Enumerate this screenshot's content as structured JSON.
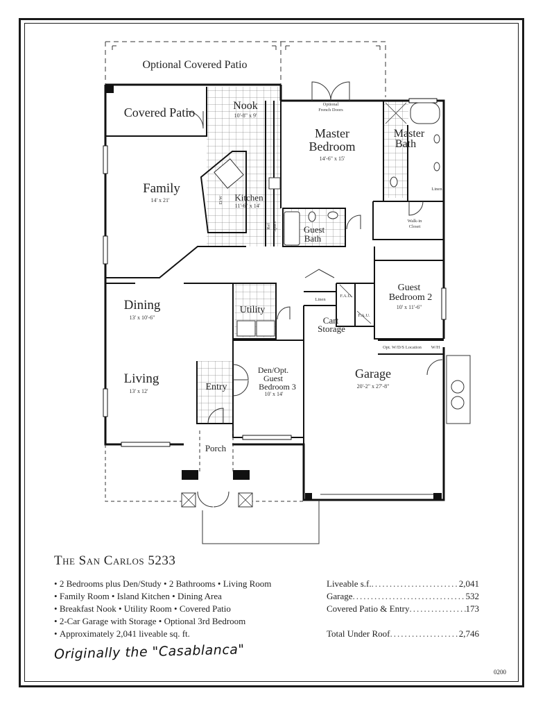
{
  "plan": {
    "title": "The San Carlos 5233",
    "rooms": {
      "optional_covered_patio": "Optional Covered Patio",
      "covered_patio": "Covered Patio",
      "nook": {
        "label": "Nook",
        "dim": "10'-8\" x 9'"
      },
      "master_bedroom": {
        "label_1": "Master",
        "label_2": "Bedroom",
        "dim": "14'-6\" x 15'"
      },
      "optional_french_doors": {
        "line_1": "Optional",
        "line_2": "French Doors"
      },
      "master_bath": {
        "line_1": "Master",
        "line_2": "Bath"
      },
      "linen_master": "Linen",
      "walk_in_closet": {
        "line_1": "Walk-in",
        "line_2": "Closet"
      },
      "family": {
        "label": "Family",
        "dim": "14' x 21'"
      },
      "kitchen": {
        "label": "Kitchen",
        "dim": "11'-6\" x 14'"
      },
      "dw": "D/W",
      "ref_space": {
        "line_1": "Ref",
        "line_2": "Space"
      },
      "guest_bath": {
        "line_1": "Guest",
        "line_2": "Bath"
      },
      "dining": {
        "label": "Dining",
        "dim": "13' x 10'-6\""
      },
      "utility": "Utility",
      "linen_hall": "Linen",
      "fau_1": "F.A.U.",
      "fau_2": "F.A.U.",
      "cart_storage": {
        "line_1": "Cart",
        "line_2": "Storage"
      },
      "guest_bedroom_2": {
        "line_1": "Guest",
        "line_2": "Bedroom 2",
        "dim": "10' x 11'-6\""
      },
      "living": {
        "label": "Living",
        "dim": "13' x 12'"
      },
      "entry": "Entry",
      "den": {
        "line_1": "Den/Opt.",
        "line_2": "Guest",
        "line_3": "Bedroom 3",
        "dim": "10' x 14'"
      },
      "garage": {
        "label": "Garage",
        "dim": "20'-2\" x 27'-8\""
      },
      "opt_wd": "Opt. W/D/S Location",
      "wh": "W/H",
      "porch": "Porch"
    }
  },
  "features": [
    "2 Bedrooms plus Den/Study • 2 Bathrooms • Living Room",
    "Family Room • Island Kitchen • Dining Area",
    "Breakfast Nook • Utility Room  • Covered Patio",
    "2-Car Garage with Storage • Optional 3rd Bedroom",
    "Approximately 2,041 liveable sq. ft."
  ],
  "stats": [
    {
      "label": "Liveable s.f.",
      "value": "2,041"
    },
    {
      "label": "Garage",
      "value": "532"
    },
    {
      "label": "Covered Patio & Entry",
      "value": "173"
    }
  ],
  "total": {
    "label": "Total Under Roof",
    "value": "2,746"
  },
  "handwritten_note": "Originally the \"Casablanca\"",
  "page_code": "0200",
  "colors": {
    "ink": "#1a1a1a",
    "paper": "#ffffff"
  }
}
